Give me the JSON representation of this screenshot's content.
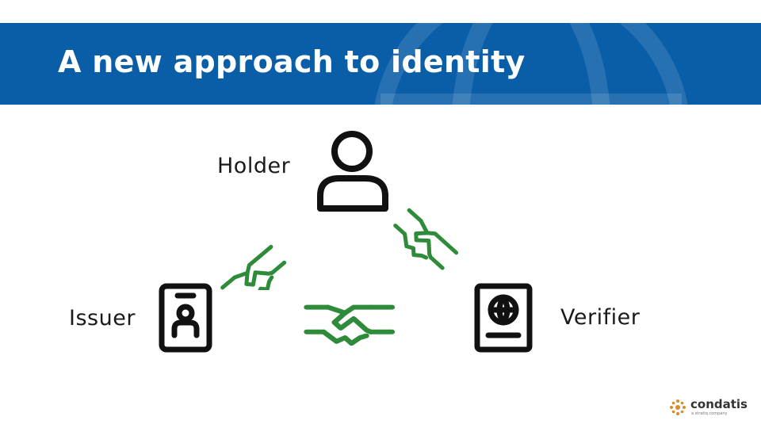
{
  "slide": {
    "title": "A new approach to identity"
  },
  "roles": {
    "holder": {
      "label": "Holder",
      "icon": "user-icon"
    },
    "issuer": {
      "label": "Issuer",
      "icon": "id-badge-icon"
    },
    "verifier": {
      "label": "Verifier",
      "icon": "passport-icon"
    }
  },
  "connections": [
    {
      "from": "holder",
      "to": "issuer",
      "icon": "handshake-icon"
    },
    {
      "from": "holder",
      "to": "verifier",
      "icon": "handshake-icon"
    },
    {
      "from": "issuer",
      "to": "verifier",
      "icon": "handshake-icon"
    }
  ],
  "branding": {
    "name": "condatis",
    "tagline": "a stratiq company"
  },
  "colors": {
    "header": "#0a5ea8",
    "handshake": "#2e8b3a",
    "icon": "#111111",
    "brand_accent": "#d98a2b"
  }
}
